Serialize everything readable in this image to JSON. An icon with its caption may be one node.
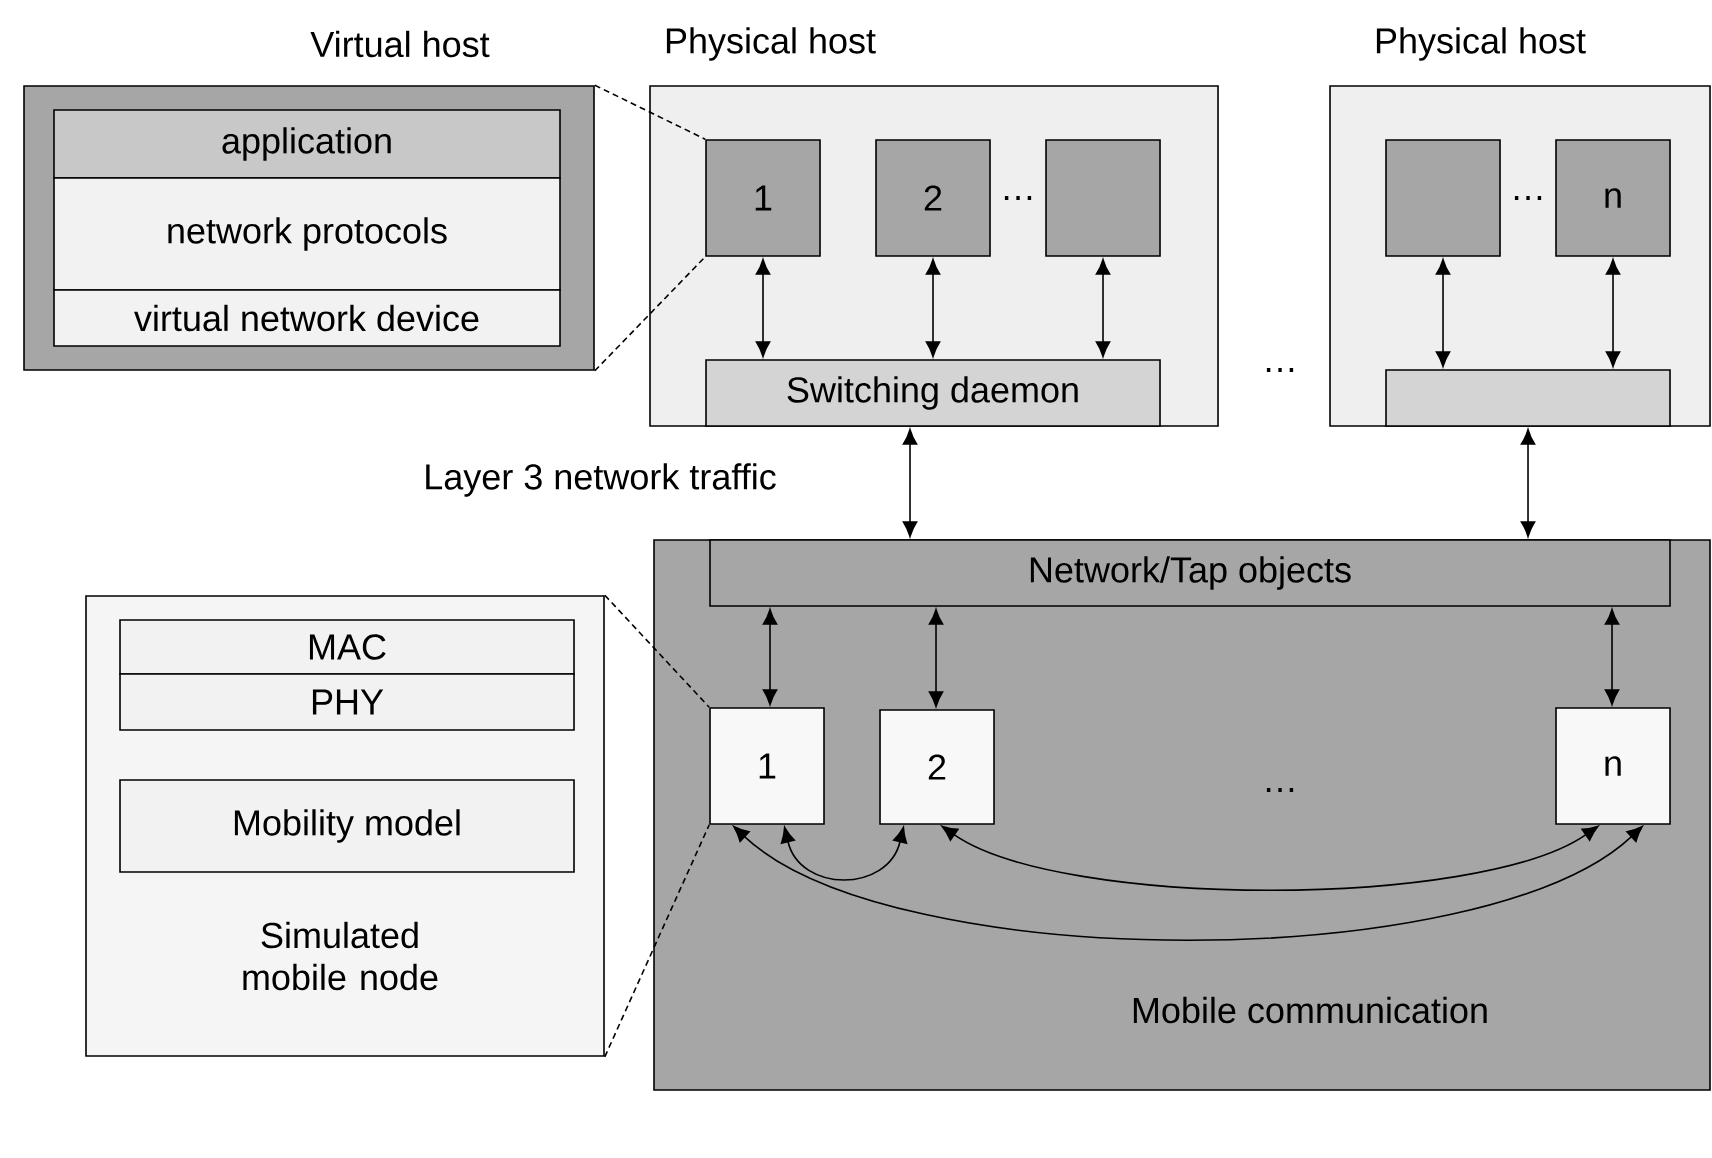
{
  "diagram": {
    "nodes": [
      {
        "text": [
          "Virtual host"
        ]
      },
      {
        "text": [
          "application"
        ],
        "in": 0
      },
      {
        "text": [
          "network protocols"
        ],
        "in": 0
      },
      {
        "text": [
          "virtual network device"
        ],
        "in": 0
      },
      {
        "text": [
          "Physical host"
        ]
      },
      {
        "text": [
          "1"
        ],
        "in": 4
      },
      {
        "text": [
          "2"
        ],
        "in": 4
      },
      {
        "text": [],
        "shape": "box",
        "in": 4
      },
      {
        "text": [
          "Switching daemon"
        ],
        "in": 4
      },
      {
        "text": [
          "Physical host"
        ]
      },
      {
        "text": [],
        "shape": "box",
        "in": 9
      },
      {
        "text": [
          "n"
        ],
        "in": 9
      },
      {
        "text": [],
        "shape": "box",
        "in": 9
      },
      {
        "text": [
          "Mobile communication"
        ]
      },
      {
        "text": [
          "Network/Tap objects"
        ],
        "in": 13
      },
      {
        "text": [
          "1"
        ],
        "in": 13
      },
      {
        "text": [
          "2"
        ],
        "in": 13
      },
      {
        "text": [
          "n"
        ],
        "in": 13
      },
      {
        "text": [
          "Simulated mobile node"
        ]
      },
      {
        "text": [
          "MAC"
        ],
        "in": 18
      },
      {
        "text": [
          "PHY"
        ],
        "in": 18
      },
      {
        "text": [
          "Mobility model"
        ],
        "in": 18
      }
    ],
    "edges": [
      {
        "from": 0,
        "to": 5,
        "arrow": "none",
        "style": "dashed"
      },
      {
        "from": 5,
        "to": 8,
        "arrow": "both"
      },
      {
        "from": 6,
        "to": 8,
        "arrow": "both"
      },
      {
        "from": 7,
        "to": 8,
        "arrow": "both"
      },
      {
        "from": 10,
        "to": 12,
        "arrow": "both"
      },
      {
        "from": 11,
        "to": 12,
        "arrow": "both"
      },
      {
        "from": 8,
        "to": 14,
        "arrow": "both"
      },
      {
        "from": 12,
        "to": 14,
        "arrow": "both"
      },
      {
        "from": 14,
        "to": 15,
        "arrow": "both"
      },
      {
        "from": 14,
        "to": 16,
        "arrow": "both"
      },
      {
        "from": 14,
        "to": 17,
        "arrow": "both"
      },
      {
        "from": 18,
        "to": 15,
        "arrow": "none",
        "style": "dashed"
      },
      {
        "from": 15,
        "to": 16,
        "arrow": "both"
      },
      {
        "from": 16,
        "to": 17,
        "arrow": "both"
      },
      {
        "from": 15,
        "to": 17,
        "arrow": "both"
      }
    ],
    "labels": [
      "…",
      "…",
      "…",
      "Layer 3 network traffic",
      "…"
    ]
  }
}
